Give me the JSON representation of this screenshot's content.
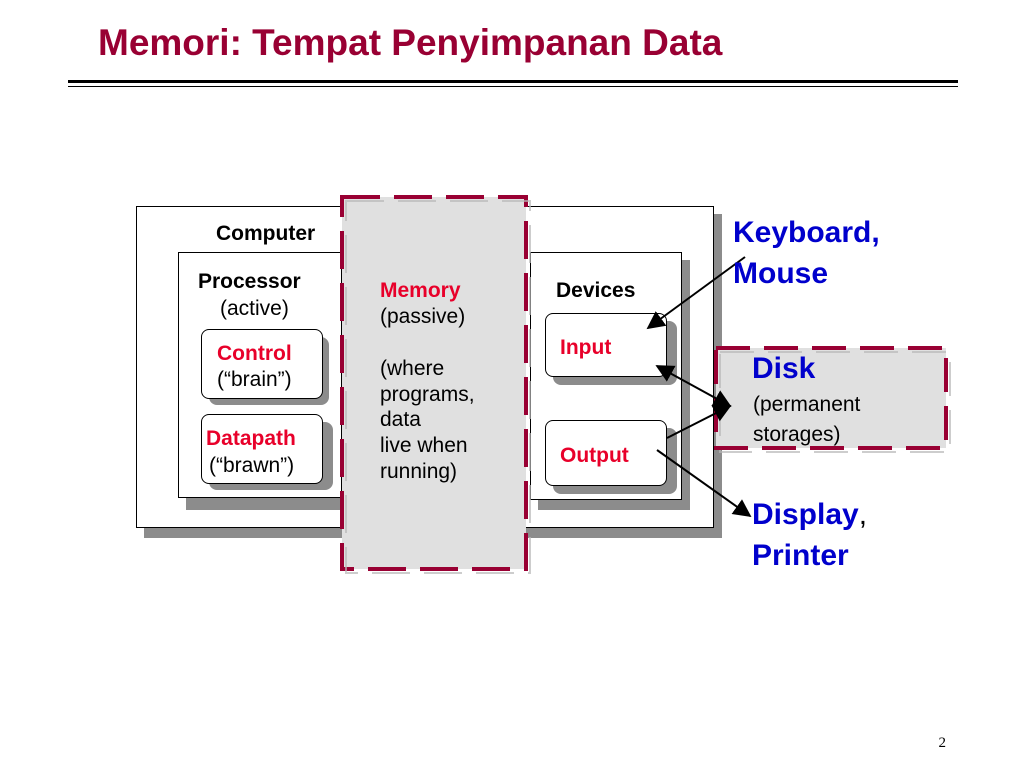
{
  "slide": {
    "title": "Memori: Tempat Penyimpanan Data",
    "page_number": "2"
  },
  "diagram": {
    "computer_label": "Computer",
    "processor": {
      "label": "Processor",
      "sublabel": "(active)",
      "control": {
        "label": "Control",
        "sublabel": "(“brain”)"
      },
      "datapath": {
        "label": "Datapath",
        "sublabel": "(“brawn”)"
      }
    },
    "memory": {
      "label": "Memory",
      "lines": [
        "(passive)",
        "",
        "(where",
        "programs,",
        "data",
        "live when",
        "running)"
      ]
    },
    "devices": {
      "label": "Devices",
      "input": "Input",
      "output": "Output"
    },
    "keyboard_mouse": {
      "line1": "Keyboard,",
      "line2": "Mouse"
    },
    "disk": {
      "label": "Disk",
      "line1": "(permanent",
      "line2": "storages)"
    },
    "display_printer": {
      "display": "Display",
      "comma": ",",
      "printer": "Printer"
    },
    "colors": {
      "title": "#990033",
      "highlight_text": "#e8002a",
      "peripheral_text": "#0000cc",
      "dash_border": "#990033",
      "memory_fill": "#e0e0e0",
      "shadow": "#8c8c8c"
    }
  }
}
